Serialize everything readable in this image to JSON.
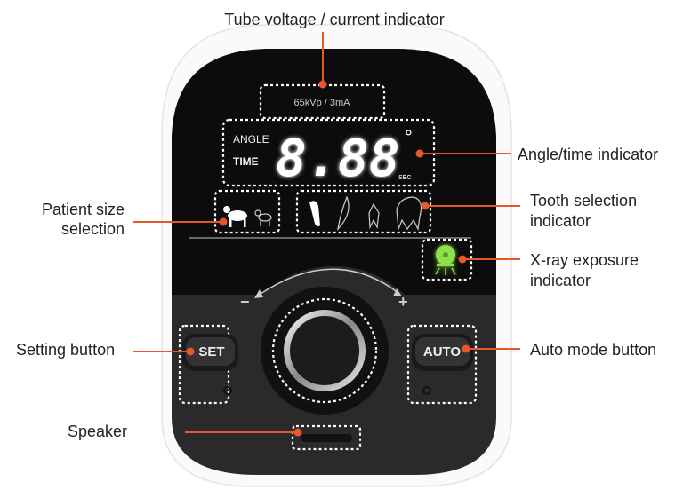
{
  "labels": {
    "tube": "Tube voltage / current indicator",
    "angle_time": "Angle/time indicator",
    "tooth_1": "Tooth selection",
    "tooth_2": "indicator",
    "patient_1": "Patient size",
    "patient_2": "selection",
    "xray_1": "X-ray exposure",
    "xray_2": "indicator",
    "set": "Setting button",
    "auto": "Auto mode button",
    "speaker": "Speaker"
  },
  "panel": {
    "tube_readout": "65kVp / 3mA",
    "angle": "ANGLE",
    "time": "TIME",
    "digits": "8.88",
    "degree": "°",
    "sec": "SEC",
    "minus": "−",
    "plus": "+",
    "set_button": "SET",
    "auto_button": "AUTO"
  },
  "colors": {
    "callout": "#e8572a",
    "xray_glow": "#8fe04a"
  }
}
